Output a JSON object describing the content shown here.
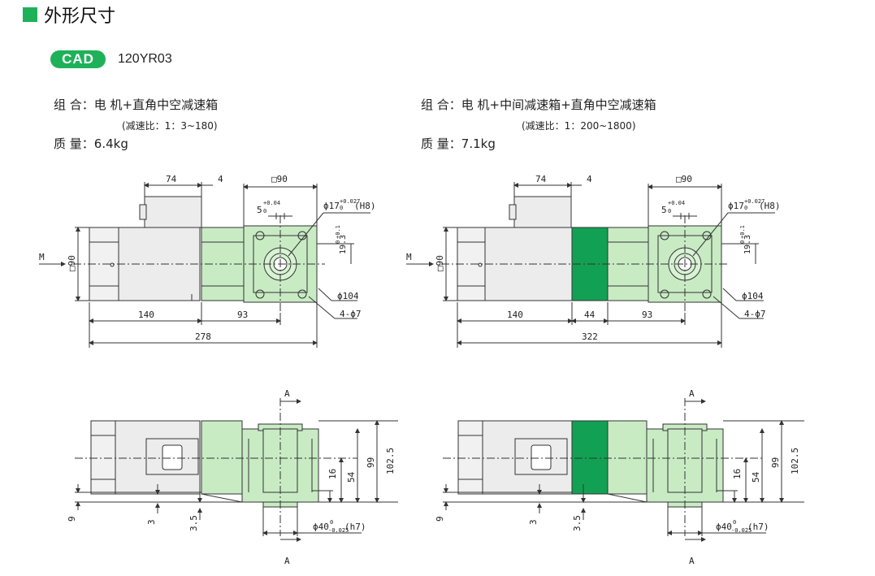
{
  "page": {
    "title": "外形尺寸",
    "accent": "#1fb15a"
  },
  "cad": {
    "badge": "CAD",
    "model": "120YR03"
  },
  "variants": [
    {
      "combo_label": "组 合：",
      "combo_value": "电 机+直角中空减速箱",
      "ratio_note": "(减速比：1：3~180)",
      "weight_label": "质 量：",
      "weight_value": "6.4kg",
      "top_dims": {
        "d74": "74",
        "d4": "4",
        "sq90": "□90",
        "d5": "5",
        "d5_tol": "+0.04",
        "d5_tol2": "0",
        "bore": "ϕ17",
        "bore_tol_top": "+0.027",
        "bore_tol_bot": "0",
        "bore_fit": "(H8)",
        "d19": "19.3",
        "d19_tol": "+0.1",
        "d19_tol2": "0",
        "d104": "ϕ104",
        "holes": "4-ϕ7",
        "left_m": "M",
        "left_sq": "□90",
        "d140": "140",
        "d93": "93",
        "total": "278"
      },
      "side_dims": {
        "sec_a": "A",
        "d16": "16",
        "d54": "54",
        "d99": "99",
        "d102": "102.5",
        "d9": "9",
        "d3": "3",
        "d35": "3.5",
        "shaft": "ϕ40",
        "shaft_tol_top": "0",
        "shaft_tol_bot": "-0.025",
        "shaft_fit": "(h7)"
      }
    },
    {
      "combo_label": "组 合：",
      "combo_value": "电 机+中间减速箱+直角中空减速箱",
      "ratio_note": "(减速比：1：200~1800)",
      "weight_label": "质 量：",
      "weight_value": "7.1kg",
      "top_dims": {
        "d74": "74",
        "d4": "4",
        "sq90": "□90",
        "d5": "5",
        "d5_tol": "+0.04",
        "d5_tol2": "0",
        "bore": "ϕ17",
        "bore_tol_top": "+0.027",
        "bore_tol_bot": "0",
        "bore_fit": "(H8)",
        "d19": "19.3",
        "d19_tol": "+0.1",
        "d19_tol2": "0",
        "d104": "ϕ104",
        "holes": "4-ϕ7",
        "left_m": "M",
        "left_sq": "□90",
        "d140": "140",
        "d44": "44",
        "d93": "93",
        "total": "322"
      },
      "side_dims": {
        "sec_a": "A",
        "d16": "16",
        "d54": "54",
        "d99": "99",
        "d102": "102.5",
        "d9": "9",
        "d3": "3",
        "d35": "3.5",
        "shaft": "ϕ40",
        "shaft_tol_top": "0",
        "shaft_tol_bot": "-0.025",
        "shaft_fit": "(h7)"
      }
    }
  ],
  "colors": {
    "light_green": "#c8ebc4",
    "dark_green": "#12a154",
    "motor_gray": "#ececec",
    "line": "#333333"
  }
}
